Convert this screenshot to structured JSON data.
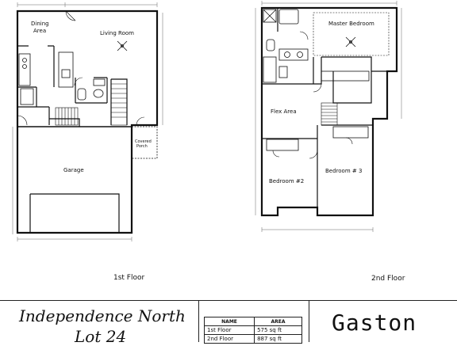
{
  "first_floor": {
    "label": "1st Floor",
    "rooms": {
      "dining": "Dining\nArea",
      "living": "Living Room",
      "garage": "Garage",
      "porch": "Covered\nPorch"
    }
  },
  "second_floor": {
    "label": "2nd Floor",
    "rooms": {
      "master": "Master Bedroom",
      "flex": "Flex Area",
      "bed2": "Bedroom #2",
      "bed3": "Bedroom # 3"
    }
  },
  "title_block": {
    "project_line1": "Independence North",
    "project_line2": "Lot 24",
    "model": "Gaston",
    "table": {
      "headers": [
        "NAME",
        "AREA"
      ],
      "rows": [
        [
          "1st Floor",
          "575 sq ft"
        ],
        [
          "2nd Floor",
          "887 sq ft"
        ]
      ]
    }
  }
}
